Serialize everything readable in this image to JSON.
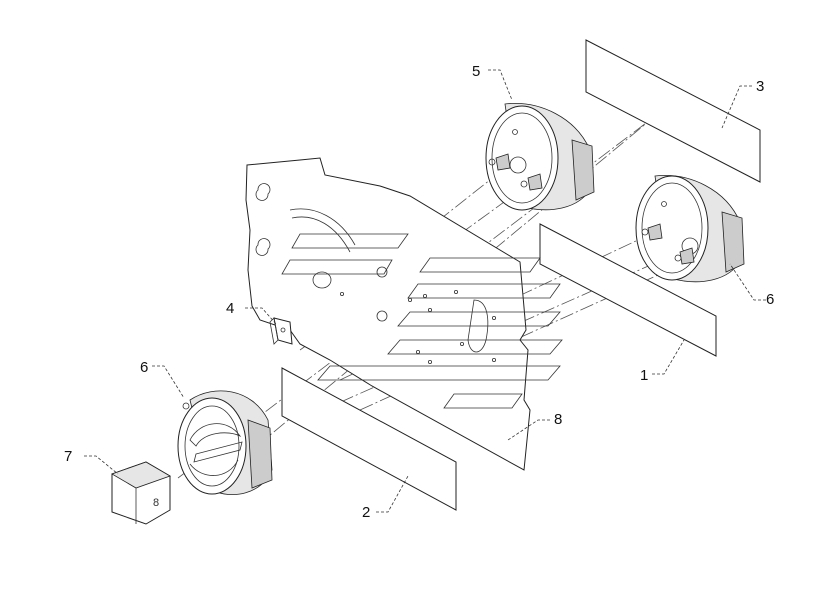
{
  "callouts": {
    "c1": "1",
    "c2": "2",
    "c3": "3",
    "c4": "4",
    "c5": "5",
    "c6a": "6",
    "c6b": "6",
    "c7": "7",
    "c8": "8"
  },
  "colors": {
    "line": "#222222",
    "shade": "#cccccc",
    "background": "#ffffff"
  }
}
